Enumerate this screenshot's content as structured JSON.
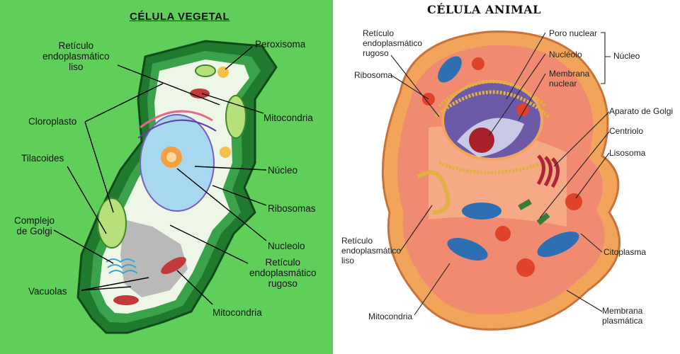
{
  "plant": {
    "title": "CÉLULA VEGETAL",
    "labels": {
      "reticulo_liso": "Retículo\nendoplasmático\nliso",
      "peroxisoma": "Peroxisoma",
      "mitocondria_top": "Mitocondria",
      "cloroplasto": "Cloroplasto",
      "tilacoides": "Tilacoides",
      "nucleo": "Núcleo",
      "ribosomas": "Ribosomas",
      "golgi": "Complejo\nde Golgi",
      "nucleolo": "Nucleolo",
      "reticulo_rugoso": "Retículo\nendoplasmático\nrugoso",
      "vacuolas": "Vacuolas",
      "mitocondria_bottom": "Mitocondria"
    }
  },
  "animal": {
    "title": "CÉLULA ANIMAL",
    "labels": {
      "reticulo_rugoso": "Retículo\nendoplasmático\nrugoso",
      "ribosoma": "Ribosoma",
      "poro_nuclear": "Poro nuclear",
      "nucleolo": "Nucléolo",
      "membrana_nuclear": "Membrana\nnuclear",
      "nucleo": "Núcleo",
      "golgi": "Aparato de Golgi",
      "centriolo": "Centriolo",
      "lisosoma": "Lisosoma",
      "reticulo_liso": "Retículo\nendoplasmático\nliso",
      "citoplasma": "Citoplasma",
      "mitocondria": "Mitocondria",
      "membrana_plasmatica": "Membrana\nplasmática"
    }
  },
  "colors": {
    "plant_bg": "#5fcf5a",
    "cell_wall": "#1f7a2e",
    "cytoplasm": "#eef6e8",
    "nucleus": "#a8d8f0",
    "animal_membrane": "#f2a45a",
    "animal_cytoplasm": "#f08a70",
    "mitochondria": "#2e6fb3"
  }
}
